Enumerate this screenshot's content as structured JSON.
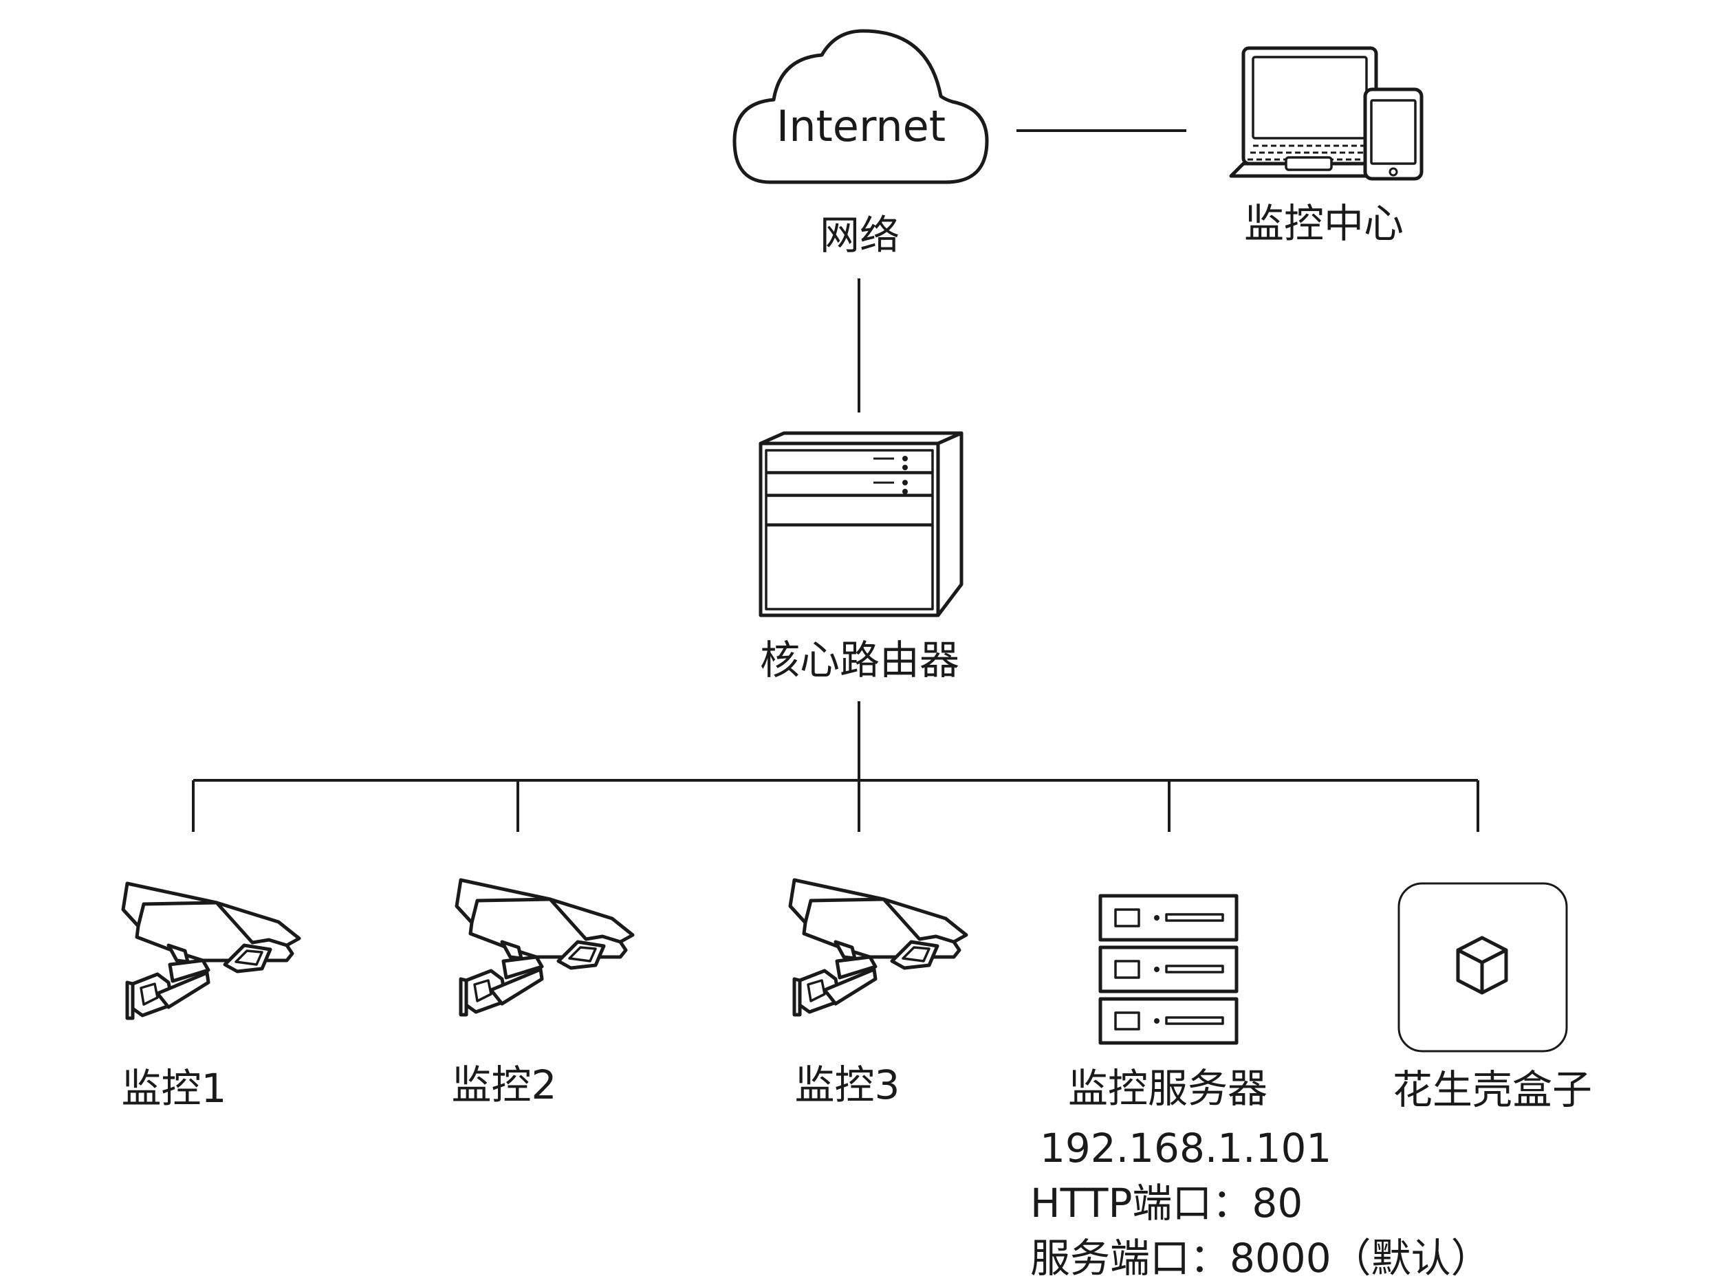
{
  "cloud": {
    "text": "Internet",
    "label": "网络"
  },
  "monitor_center": {
    "label": "监控中心"
  },
  "router": {
    "label": "核心路由器"
  },
  "cameras": [
    {
      "label": "监控1"
    },
    {
      "label": "监控2"
    },
    {
      "label": "监控3"
    }
  ],
  "server": {
    "label": "监控服务器",
    "ip": "192.168.1.101",
    "http_port": "HTTP端口：80",
    "service_port": "服务端口：8000（默认）"
  },
  "box": {
    "label": "花生壳盒子"
  }
}
